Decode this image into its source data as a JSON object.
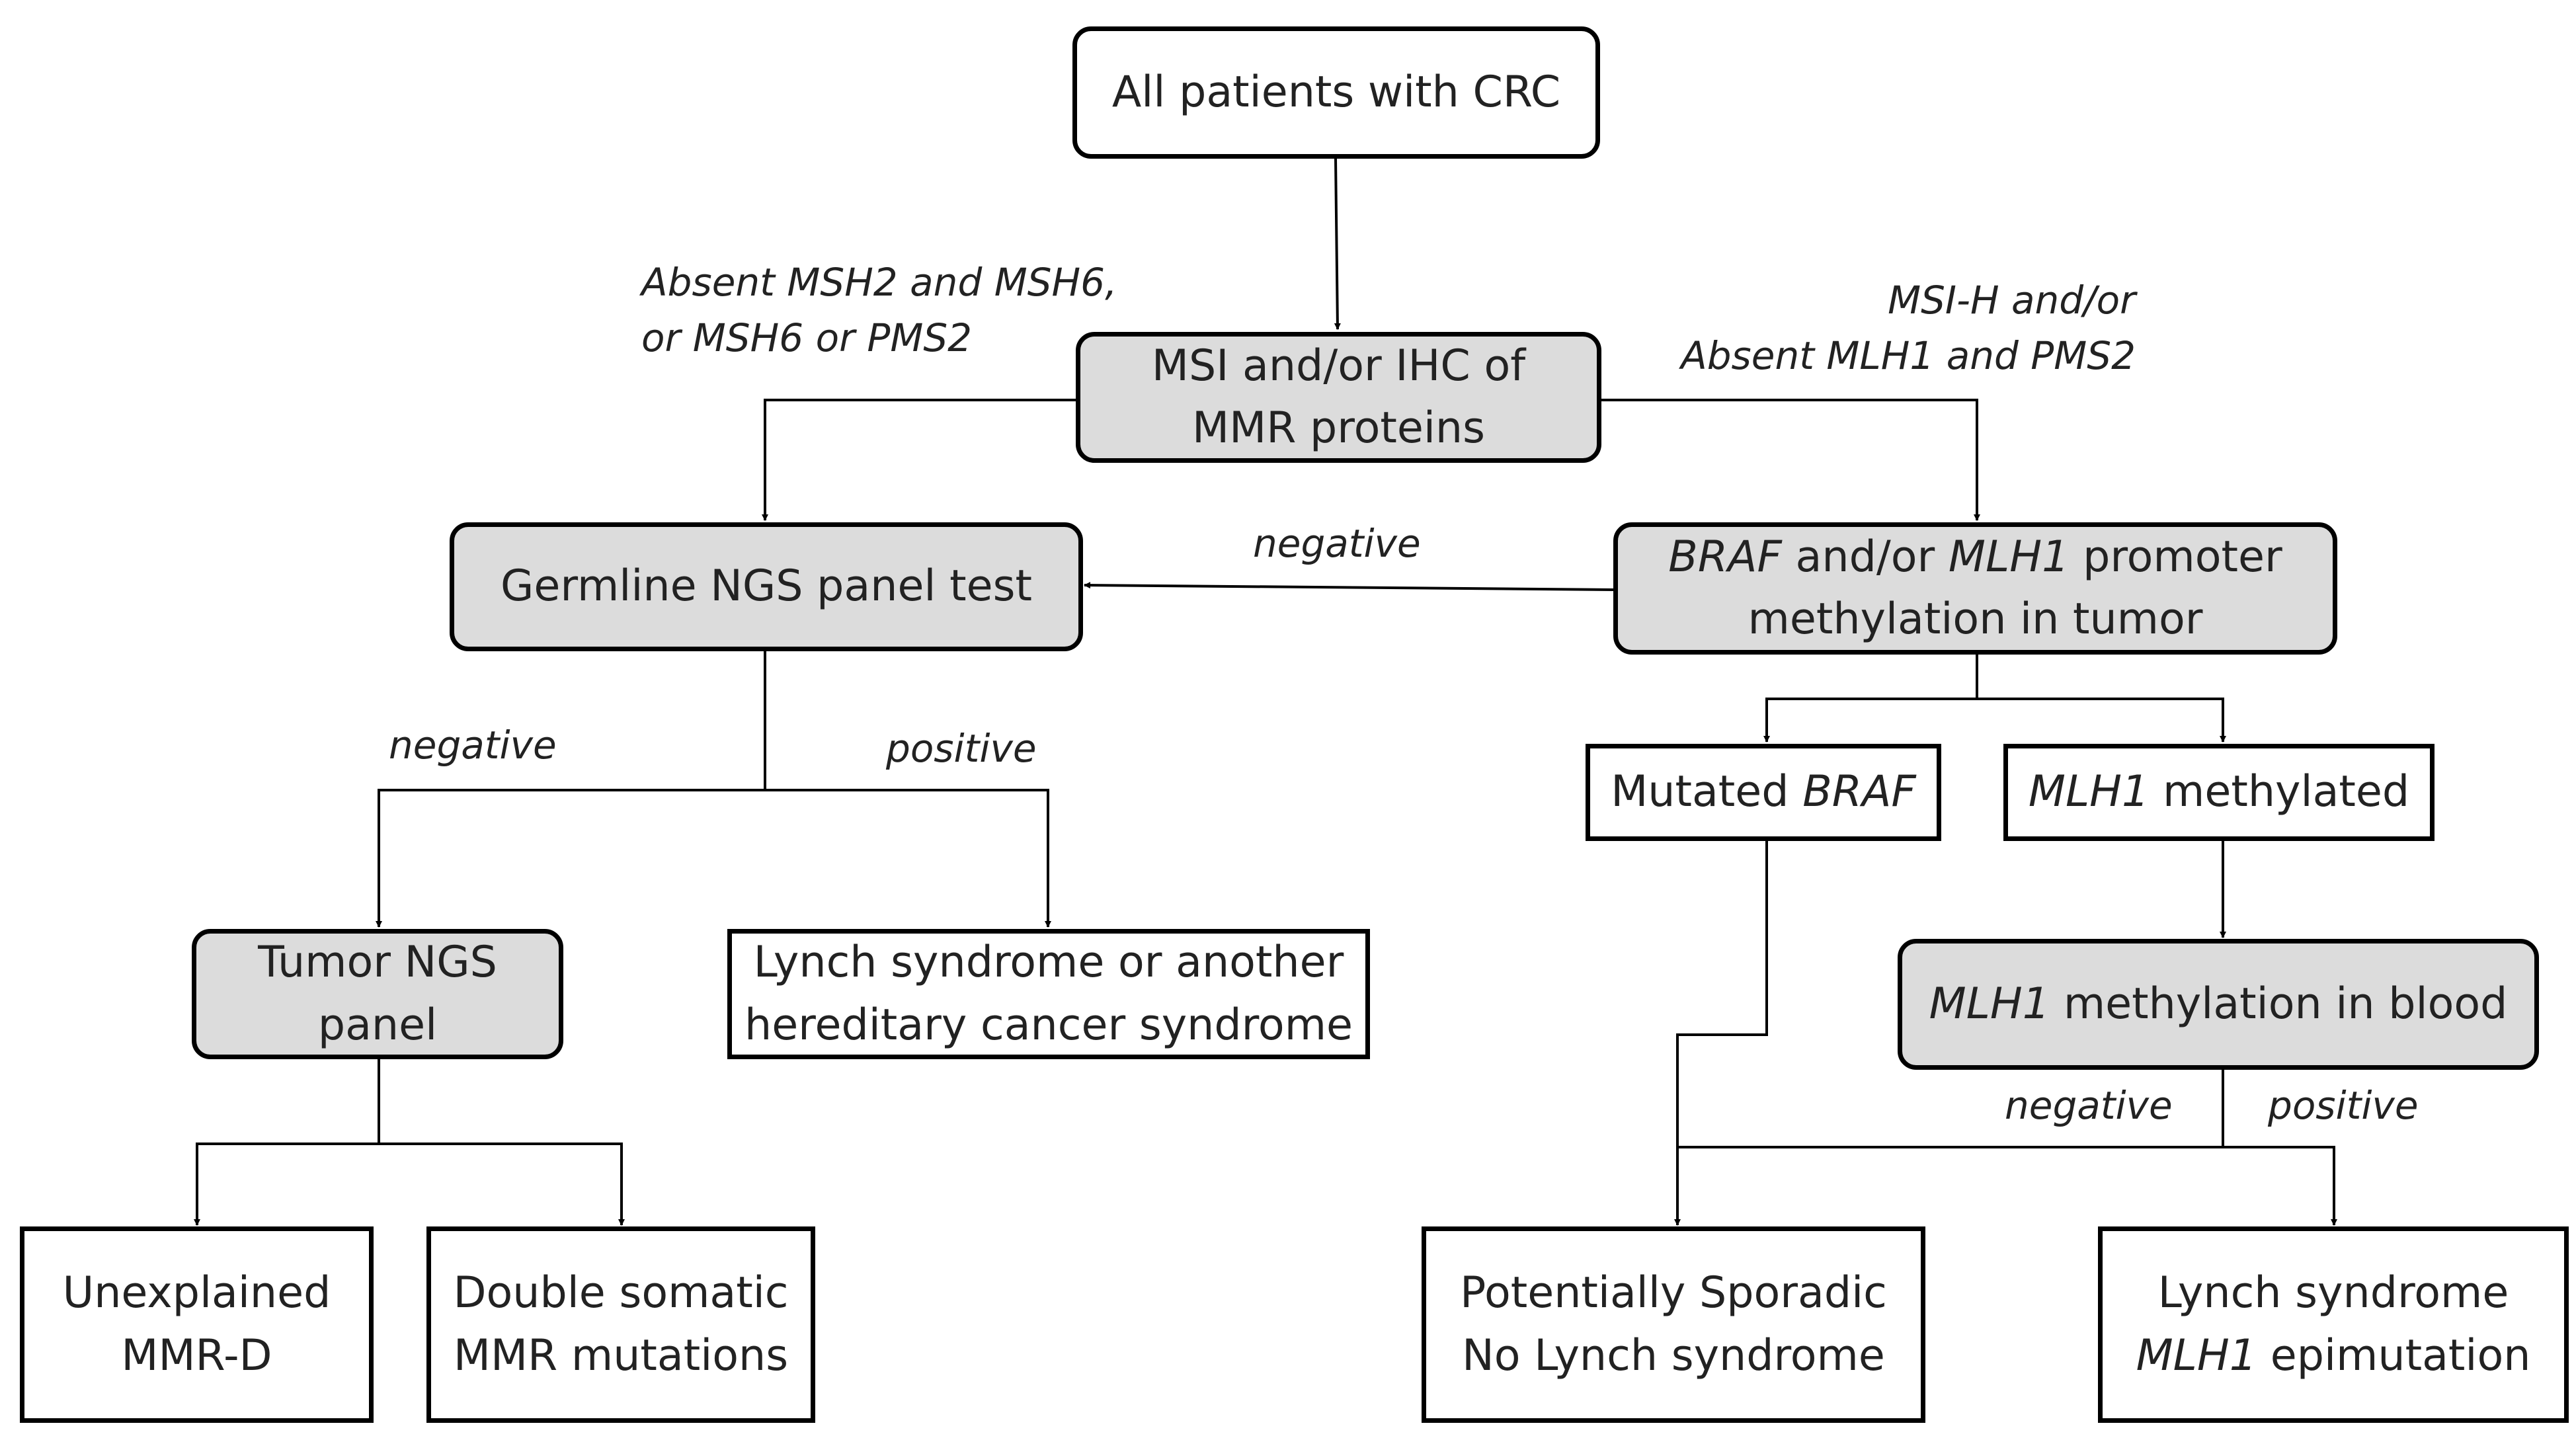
{
  "nodes": {
    "start": {
      "line1": "All patients with CRC"
    },
    "msi": {
      "line1": "MSI and/or IHC of",
      "line2": "MMR proteins"
    },
    "germline": {
      "line1": "Germline NGS panel test"
    },
    "braf_test": {
      "l1_a": "BRAF",
      "l1_b": " and/or ",
      "l1_c": "MLH1",
      "l1_d": " promoter",
      "line2": "methylation in tumor"
    },
    "mutated_braf": {
      "a": "Mutated ",
      "b": "BRAF"
    },
    "mlh1_methylated": {
      "a": "MLH1",
      "b": " methylated"
    },
    "tumor_ngs": {
      "line1": "Tumor NGS",
      "line2": "panel"
    },
    "lynch_hereditary": {
      "line1": "Lynch syndrome or another",
      "line2": "hereditary cancer syndrome"
    },
    "mlh1_blood": {
      "a": "MLH1",
      "b": " methylation in blood"
    },
    "unexplained": {
      "line1": "Unexplained",
      "line2": "MMR-D"
    },
    "double_somatic": {
      "line1": "Double somatic",
      "line2": "MMR mutations"
    },
    "sporadic": {
      "line1": "Potentially Sporadic",
      "line2": "No Lynch syndrome"
    },
    "epimutation": {
      "line1": "Lynch syndrome",
      "l2_a": "MLH1",
      "l2_b": " epimutation"
    }
  },
  "edge_labels": {
    "absent_msh": {
      "line1": "Absent MSH2 and MSH6,",
      "line2": "or MSH6 or PMS2"
    },
    "msi_h": {
      "line1": "MSI-H and/or",
      "line2": "Absent MLH1 and PMS2"
    },
    "negative_braf": "negative",
    "germline_negative": "negative",
    "germline_positive": "positive",
    "blood_negative": "negative",
    "blood_positive": "positive"
  }
}
